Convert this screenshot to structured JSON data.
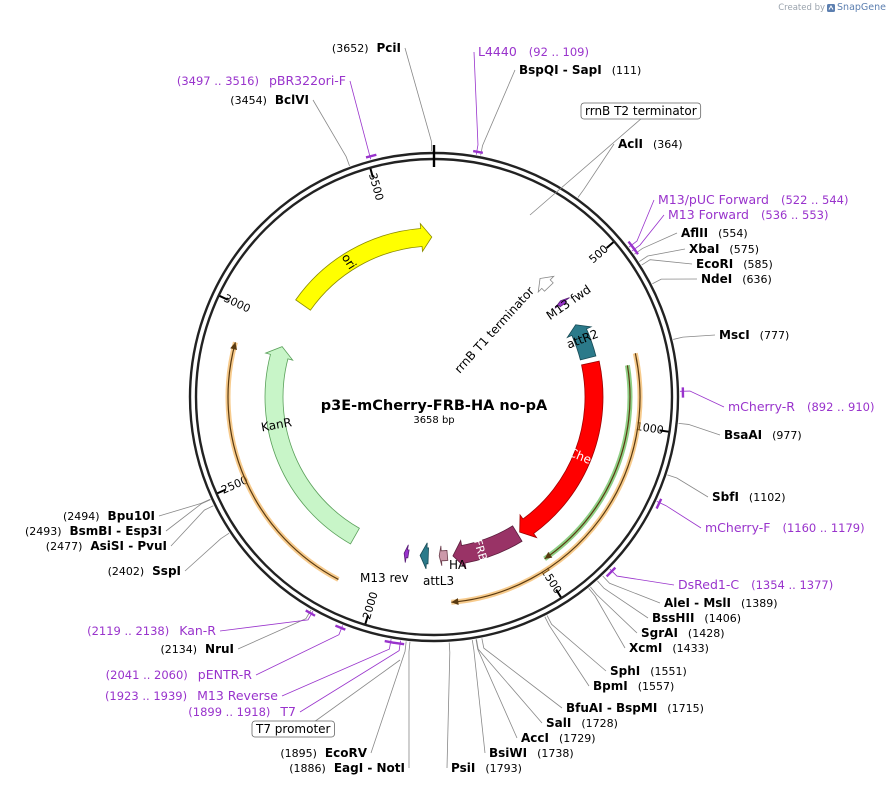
{
  "credit": {
    "prefix": "Created by",
    "brand": "SnapGene"
  },
  "plasmid": {
    "name": "p3E-mCherry-FRB-HA no-pA",
    "length": 3658,
    "length_label": "3658 bp"
  },
  "ticks": [
    "500",
    "1000",
    "1500",
    "2000",
    "2500",
    "3000",
    "3500"
  ],
  "enzymes": [
    {
      "name": "PciI",
      "pos": 3652,
      "pos_label": "(3652)"
    },
    {
      "name": "BspQI - SapI",
      "pos": 111,
      "pos_label": "(111)"
    },
    {
      "name": "AclI",
      "pos": 364,
      "pos_label": "(364)"
    },
    {
      "name": "AflII",
      "pos": 554,
      "pos_label": "(554)"
    },
    {
      "name": "XbaI",
      "pos": 575,
      "pos_label": "(575)"
    },
    {
      "name": "EcoRI",
      "pos": 585,
      "pos_label": "(585)"
    },
    {
      "name": "NdeI",
      "pos": 636,
      "pos_label": "(636)"
    },
    {
      "name": "MscI",
      "pos": 777,
      "pos_label": "(777)"
    },
    {
      "name": "BsaAI",
      "pos": 977,
      "pos_label": "(977)"
    },
    {
      "name": "SbfI",
      "pos": 1102,
      "pos_label": "(1102)"
    },
    {
      "name": "AleI - MslI",
      "pos": 1389,
      "pos_label": "(1389)"
    },
    {
      "name": "BssHII",
      "pos": 1406,
      "pos_label": "(1406)"
    },
    {
      "name": "SgrAI",
      "pos": 1428,
      "pos_label": "(1428)"
    },
    {
      "name": "XcmI",
      "pos": 1433,
      "pos_label": "(1433)"
    },
    {
      "name": "SphI",
      "pos": 1551,
      "pos_label": "(1551)"
    },
    {
      "name": "BpmI",
      "pos": 1557,
      "pos_label": "(1557)"
    },
    {
      "name": "BfuAI - BspMI",
      "pos": 1715,
      "pos_label": "(1715)"
    },
    {
      "name": "SalI",
      "pos": 1728,
      "pos_label": "(1728)"
    },
    {
      "name": "AccI",
      "pos": 1729,
      "pos_label": "(1729)"
    },
    {
      "name": "BsiWI",
      "pos": 1738,
      "pos_label": "(1738)"
    },
    {
      "name": "PsiI",
      "pos": 1793,
      "pos_label": "(1793)"
    },
    {
      "name": "EagI - NotI",
      "pos": 1886,
      "pos_label": "(1886)"
    },
    {
      "name": "EcoRV",
      "pos": 1895,
      "pos_label": "(1895)"
    },
    {
      "name": "SspI",
      "pos": 2402,
      "pos_label": "(2402)"
    },
    {
      "name": "AsiSI - PvuI",
      "pos": 2477,
      "pos_label": "(2477)"
    },
    {
      "name": "BsmBI - Esp3I",
      "pos": 2493,
      "pos_label": "(2493)"
    },
    {
      "name": "Bpu10I",
      "pos": 2494,
      "pos_label": "(2494)"
    },
    {
      "name": "NruI",
      "pos": 2134,
      "pos_label": "(2134)"
    },
    {
      "name": "BclVI",
      "pos": 3454,
      "pos_label": "(3454)"
    }
  ],
  "primers": [
    {
      "name": "L4440",
      "range": "(92 .. 109)",
      "start": 92,
      "end": 109
    },
    {
      "name": "pBR322ori-F",
      "range": "(3497 .. 3516)",
      "start": 3497,
      "end": 3516
    },
    {
      "name": "M13/pUC Forward",
      "range": "(522 .. 544)",
      "start": 522,
      "end": 544
    },
    {
      "name": "M13 Forward",
      "range": "(536 .. 553)",
      "start": 536,
      "end": 553
    },
    {
      "name": "mCherry-R",
      "range": "(892 .. 910)",
      "start": 892,
      "end": 910
    },
    {
      "name": "mCherry-F",
      "range": "(1160 .. 1179)",
      "start": 1160,
      "end": 1179
    },
    {
      "name": "DsRed1-C",
      "range": "(1354 .. 1377)",
      "start": 1354,
      "end": 1377
    },
    {
      "name": "Kan-R",
      "range": "(2119 .. 2138)",
      "start": 2119,
      "end": 2138
    },
    {
      "name": "pENTR-R",
      "range": "(2041 .. 2060)",
      "start": 2041,
      "end": 2060
    },
    {
      "name": "M13 Reverse",
      "range": "(1923 .. 1939)",
      "start": 1923,
      "end": 1939
    },
    {
      "name": "T7",
      "range": "(1899 .. 1918)",
      "start": 1899,
      "end": 1918
    }
  ],
  "boxed_features": [
    {
      "name": "rrnB T2 terminator"
    },
    {
      "name": "T7 promoter"
    }
  ],
  "features": [
    {
      "name": "ori",
      "start": 3100,
      "end": 3650,
      "strand": 1,
      "color": "#ffff00",
      "stroke": "#8a8a00"
    },
    {
      "name": "KanR",
      "start": 2130,
      "end": 2930,
      "strand": 1,
      "color": "#c8f5c8",
      "stroke": "#5aa05a"
    },
    {
      "name": "mCherry",
      "start": 790,
      "end": 1500,
      "strand": 1,
      "color": "#ff0000",
      "stroke": "#a00000"
    },
    {
      "name": "FRB",
      "start": 1510,
      "end": 1760,
      "strand": 1,
      "color": "#993366",
      "stroke": "#5a1e3c"
    },
    {
      "name": "attR2",
      "start": 640,
      "end": 770,
      "strand": -1,
      "color": "#2b7a8a",
      "stroke": "#184a55"
    },
    {
      "name": "attL3",
      "start": 1850,
      "end": 1880,
      "strand": 1,
      "color": "#2b7a8a",
      "stroke": "#184a55"
    },
    {
      "name": "HA",
      "start": 1780,
      "end": 1810,
      "strand": 1,
      "color": "#cc99aa",
      "stroke": "#6b3d4c"
    },
    {
      "name": "rrnB T1 terminator",
      "start": 425,
      "end": 470,
      "strand": -1,
      "color": "#ffffff",
      "stroke": "#888888"
    },
    {
      "name": "M13 fwd",
      "start": 536,
      "end": 553,
      "strand": -1,
      "color": "#9933cc",
      "stroke": "#5a1e78"
    },
    {
      "name": "M13 rev",
      "start": 1923,
      "end": 1939,
      "strand": 1,
      "color": "#9933cc",
      "stroke": "#5a1e78"
    }
  ],
  "colors": {
    "primer": "#9933cc",
    "enzyme": "#000000",
    "backbone": "#222222",
    "orange_orf": "#f0a030",
    "green_orf": "#33aa22"
  }
}
